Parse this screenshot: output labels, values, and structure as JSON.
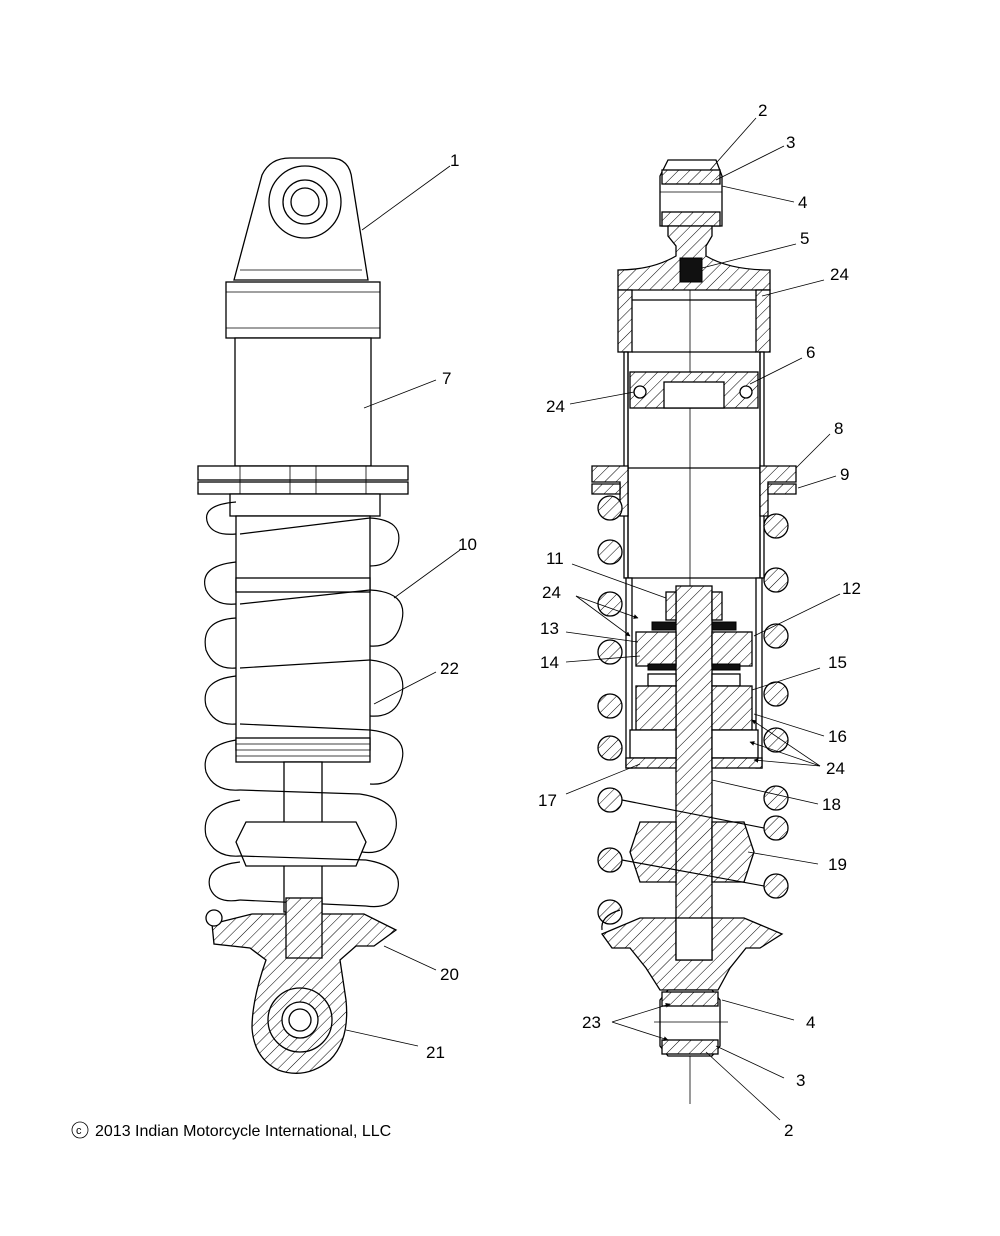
{
  "copyright": "© 2013 Indian Motorcycle International, LLC",
  "copyright_mark": "c",
  "copyright_text": "2013 Indian Motorcycle International, LLC",
  "callouts": {
    "c1": "1",
    "c7": "7",
    "c10": "10",
    "c22": "22",
    "c20": "20",
    "c21": "21",
    "c2a": "2",
    "c3a": "3",
    "c4a": "4",
    "c5": "5",
    "c24a": "24",
    "c6": "6",
    "c24b": "24",
    "c8": "8",
    "c9": "9",
    "c11": "11",
    "c24c": "24",
    "c12": "12",
    "c13": "13",
    "c14": "14",
    "c15": "15",
    "c16": "16",
    "c24d": "24",
    "c17": "17",
    "c18": "18",
    "c19": "19",
    "c23": "23",
    "c4b": "4",
    "c3b": "3",
    "c2b": "2"
  }
}
